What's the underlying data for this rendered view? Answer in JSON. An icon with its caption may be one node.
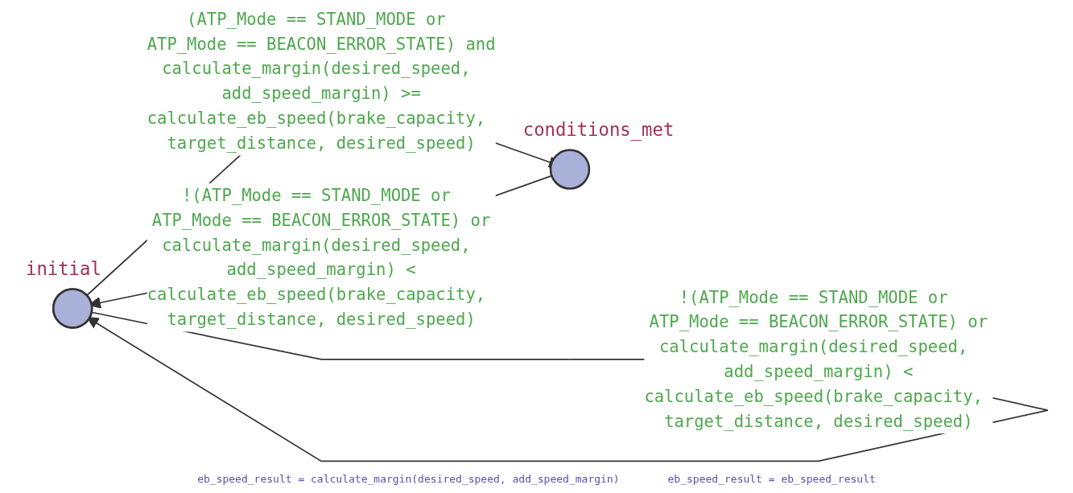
{
  "diagram": {
    "nodes": [
      {
        "text": [],
        "shape": "circle",
        "beside": [
          "initial"
        ]
      },
      {
        "text": [],
        "shape": "circle",
        "beside": [
          "conditions_met"
        ]
      }
    ],
    "edges": [
      {
        "from": 0,
        "to": 1,
        "arrow": "to",
        "label": "(ATP_Mode == STAND_MODE or ATP_Mode == BEACON_ERROR_STATE) and calculate_margin(desired_speed, add_speed_margin) >= calculate_eb_speed(brake_capacity, target_distance, desired_speed)"
      },
      {
        "from": 0,
        "to": 0,
        "arrow": "to",
        "label": "!(ATP_Mode == STAND_MODE or ATP_Mode == BEACON_ERROR_STATE) or calculate_margin(desired_speed, add_speed_margin) < calculate_eb_speed(brake_capacity, target_distance, desired_speed)"
      },
      {
        "from": 1,
        "to": 0,
        "arrow": "to",
        "label": "!(ATP_Mode == STAND_MODE or ATP_Mode == BEACON_ERROR_STATE) or calculate_margin(desired_speed, add_speed_margin) < calculate_eb_speed(brake_capacity, target_distance, desired_speed)"
      }
    ],
    "labels": [
      "eb_speed_result = calculate_margin(desired_speed, add_speed_margin)",
      "eb_speed_result = eb_speed_result"
    ]
  }
}
